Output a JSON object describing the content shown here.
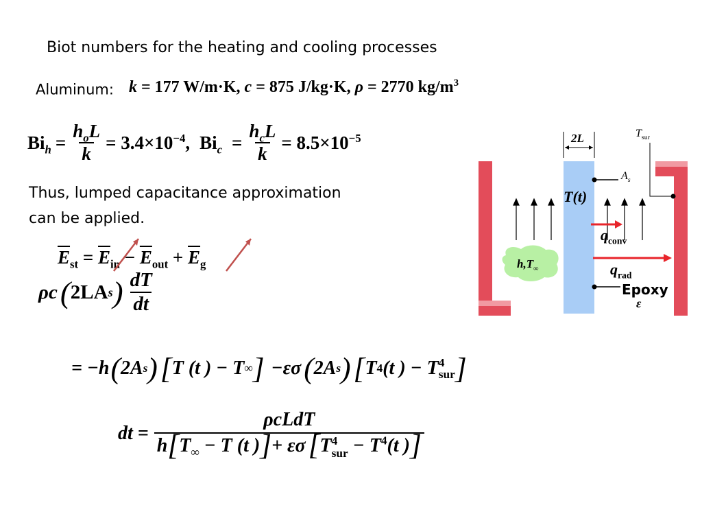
{
  "heading": "Biot numbers for the heating and cooling processes",
  "material": {
    "label": "Aluminum:",
    "k_sym": "k",
    "k_val": "177 W/m·K,",
    "c_sym": "c",
    "c_val": "875 J/kg·K,",
    "rho_sym": "ρ",
    "rho_val": "2770 kg/m",
    "rho_exp": "3"
  },
  "biot": {
    "bi_label": "Bi",
    "h_sub": "h",
    "c_sub": "c",
    "h_sym": "h",
    "h_sub_o": "o",
    "h_sub_c": "c",
    "L_sym": "L",
    "k_sym": "k",
    "h_value": "= 3.4×10",
    "h_exp": "−4",
    "c_value": "= 8.5×10",
    "c_exp": "−5"
  },
  "conclusion_line1": "Thus, lumped capacitance approximation",
  "conclusion_line2": "can be applied.",
  "energy": {
    "E": "E",
    "st": "st",
    "in": "in",
    "out": "out",
    "g": "g",
    "eq": "=",
    "minus": "−",
    "plus": "+"
  },
  "lhs": {
    "rho": "ρ",
    "c": "c",
    "two_L_A": "2LA",
    "s": "s",
    "dT": "dT",
    "dt": "dt"
  },
  "rhs": {
    "start": "= −h",
    "two_A": "2A",
    "s": "s",
    "T_t": "T (t ) − T",
    "inf": "∞",
    "eps_sigma": "−εσ",
    "T4": "T",
    "four": "4",
    "t_part": "(t ) − T",
    "sur": "sur"
  },
  "dt_eq": {
    "lhs": "dt =",
    "num": "ρcLdT",
    "h": "h",
    "T": "T",
    "inf": "∞",
    "minus_Tt": "− T (t )",
    "plus_eps": "+ εσ",
    "sur": "sur",
    "four": "4",
    "minus_T": "− T",
    "t": "(t )"
  },
  "diagram": {
    "two_L": "2L",
    "T_sur": "T",
    "sur": "sur",
    "A": "A",
    "s": "s",
    "T_t": "T(t)",
    "q": "q",
    "conv": "conv",
    "h_T": "h,T",
    "inf": "∞",
    "rad": "rad",
    "epoxy": "Epoxy",
    "epsilon": "ε",
    "colors": {
      "wall": "#e34c5a",
      "wall_light": "#f19aa2",
      "plate": "#a9cdf6",
      "arrow": "#e8242a",
      "fluid": "#b8f0a4"
    }
  }
}
